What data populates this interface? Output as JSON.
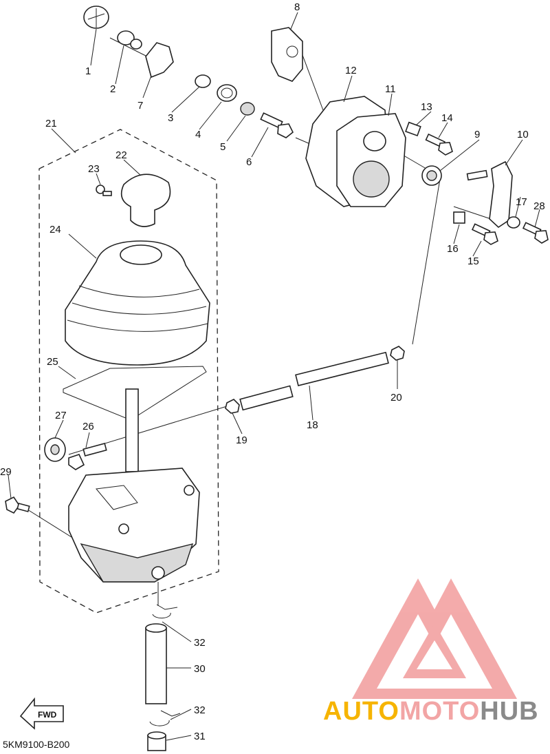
{
  "diagram": {
    "part_code": "5KM9100-B200",
    "fwd_label": "FWD",
    "callouts": [
      "1",
      "2",
      "3",
      "4",
      "5",
      "6",
      "7",
      "8",
      "9",
      "10",
      "11",
      "12",
      "13",
      "14",
      "15",
      "16",
      "17",
      "18",
      "19",
      "20",
      "21",
      "22",
      "23",
      "24",
      "25",
      "26",
      "27",
      "28",
      "29",
      "30",
      "31",
      "32",
      "32"
    ]
  },
  "watermark": {
    "brand_part1": "AUTO",
    "brand_part2": "MOTO",
    "brand_part3": "HUB",
    "colors": {
      "auto": "#f6b400",
      "moto": "#f2a5a5",
      "hub": "#8a8a8a",
      "logo": "#f29c9c"
    }
  }
}
